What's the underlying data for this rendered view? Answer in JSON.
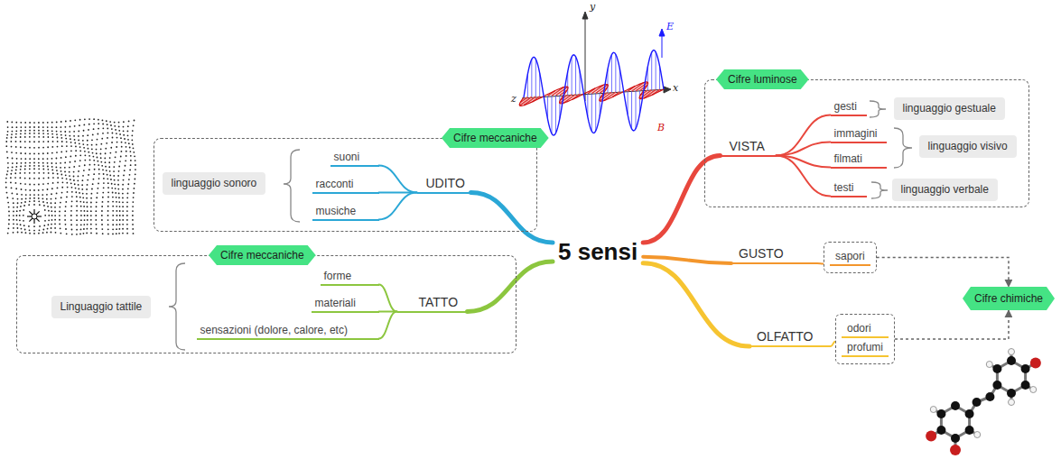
{
  "diagram": {
    "nodes": [
      {
        "text": [
          "5 sensi"
        ]
      },
      {
        "text": [
          "Cifre meccaniche"
        ]
      },
      {
        "text": [
          "linguaggio sonoro"
        ],
        "in": 1
      },
      {
        "text": [
          "UDITO"
        ],
        "in": 1
      },
      {
        "text": [
          "suoni"
        ],
        "in": 1
      },
      {
        "text": [
          "racconti"
        ],
        "in": 1
      },
      {
        "text": [
          "musiche"
        ],
        "in": 1
      },
      {
        "text": [
          "Cifre meccaniche"
        ]
      },
      {
        "text": [
          "Linguaggio tattile"
        ],
        "in": 7
      },
      {
        "text": [
          "TATTO"
        ],
        "in": 7
      },
      {
        "text": [
          "forme"
        ],
        "in": 7
      },
      {
        "text": [
          "materiali"
        ],
        "in": 7
      },
      {
        "text": [
          "sensazioni (dolore, calore, etc)"
        ],
        "in": 7
      },
      {
        "text": [
          "Cifre luminose"
        ]
      },
      {
        "text": [
          "VISTA"
        ],
        "in": 13
      },
      {
        "text": [
          "gesti"
        ],
        "in": 13
      },
      {
        "text": [
          "immagini"
        ],
        "in": 13
      },
      {
        "text": [
          "filmati"
        ],
        "in": 13
      },
      {
        "text": [
          "testi"
        ],
        "in": 13
      },
      {
        "text": [
          "linguaggio gestuale"
        ],
        "in": 13
      },
      {
        "text": [
          "linguaggio visivo"
        ],
        "in": 13
      },
      {
        "text": [
          "linguaggio verbale"
        ],
        "in": 13
      },
      {
        "text": [
          "GUSTO"
        ]
      },
      {
        "text": [
          "sapori"
        ]
      },
      {
        "text": [
          "OLFATTO"
        ]
      },
      {
        "text": [
          "odori",
          "profumi"
        ]
      },
      {
        "text": [
          "Cifre chimiche"
        ]
      }
    ],
    "edges": [
      {
        "from": 0,
        "to": 3,
        "arrow": "none"
      },
      {
        "from": 0,
        "to": 9,
        "arrow": "none"
      },
      {
        "from": 0,
        "to": 14,
        "arrow": "none"
      },
      {
        "from": 0,
        "to": 22,
        "arrow": "none"
      },
      {
        "from": 0,
        "to": 24,
        "arrow": "none"
      },
      {
        "from": 3,
        "to": 4,
        "arrow": "none"
      },
      {
        "from": 3,
        "to": 5,
        "arrow": "none"
      },
      {
        "from": 3,
        "to": 6,
        "arrow": "none"
      },
      {
        "from": 9,
        "to": 10,
        "arrow": "none"
      },
      {
        "from": 9,
        "to": 11,
        "arrow": "none"
      },
      {
        "from": 9,
        "to": 12,
        "arrow": "none"
      },
      {
        "from": 14,
        "to": 15,
        "arrow": "none"
      },
      {
        "from": 14,
        "to": 16,
        "arrow": "none"
      },
      {
        "from": 14,
        "to": 17,
        "arrow": "none"
      },
      {
        "from": 14,
        "to": 18,
        "arrow": "none"
      },
      {
        "from": 22,
        "to": 23,
        "arrow": "none"
      },
      {
        "from": 24,
        "to": 25,
        "arrow": "none"
      },
      {
        "from": 23,
        "to": 26,
        "arrow": "to"
      },
      {
        "from": 25,
        "to": 26,
        "arrow": "to"
      }
    ],
    "labels": [
      "y",
      "z",
      "x",
      "E",
      "B"
    ]
  }
}
